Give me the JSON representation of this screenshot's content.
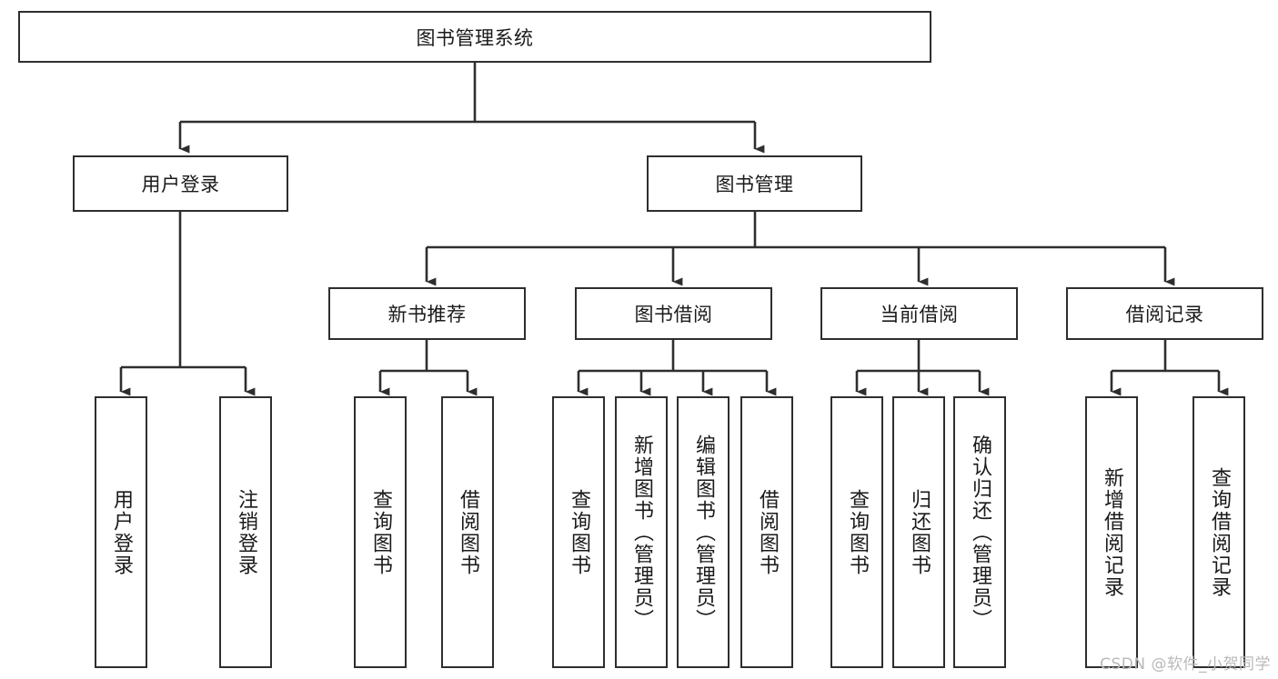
{
  "diagram": {
    "title": "图书管理系统",
    "type": "tree-diagram",
    "colors": {
      "box_border": "#2e2e2e",
      "box_fill": "#ffffff",
      "edge": "#2e2e2e",
      "text": "#1a1a1a",
      "watermark": "#b9b9b9"
    },
    "root": {
      "label": "图书管理系统"
    },
    "level2": [
      {
        "label": "用户登录"
      },
      {
        "label": "图书管理"
      }
    ],
    "level3": [
      {
        "label": "新书推荐"
      },
      {
        "label": "图书借阅"
      },
      {
        "label": "当前借阅"
      },
      {
        "label": "借阅记录"
      }
    ],
    "leaves": {
      "user_login": [
        {
          "label": "用户登录"
        },
        {
          "label": "注销登录"
        }
      ],
      "new_book": [
        {
          "label": "查询图书"
        },
        {
          "label": "借阅图书"
        }
      ],
      "book_borrow": [
        {
          "label": "查询图书"
        },
        {
          "label": "新增图书（管理员）"
        },
        {
          "label": "编辑图书（管理员）"
        },
        {
          "label": "借阅图书"
        }
      ],
      "current_borrow": [
        {
          "label": "查询图书"
        },
        {
          "label": "归还图书"
        },
        {
          "label": "确认归还（管理员）"
        }
      ],
      "borrow_record": [
        {
          "label": "新增借阅记录"
        },
        {
          "label": "查询借阅记录"
        }
      ]
    }
  },
  "watermark": {
    "text": "CSDN @软件_小贺同学"
  }
}
